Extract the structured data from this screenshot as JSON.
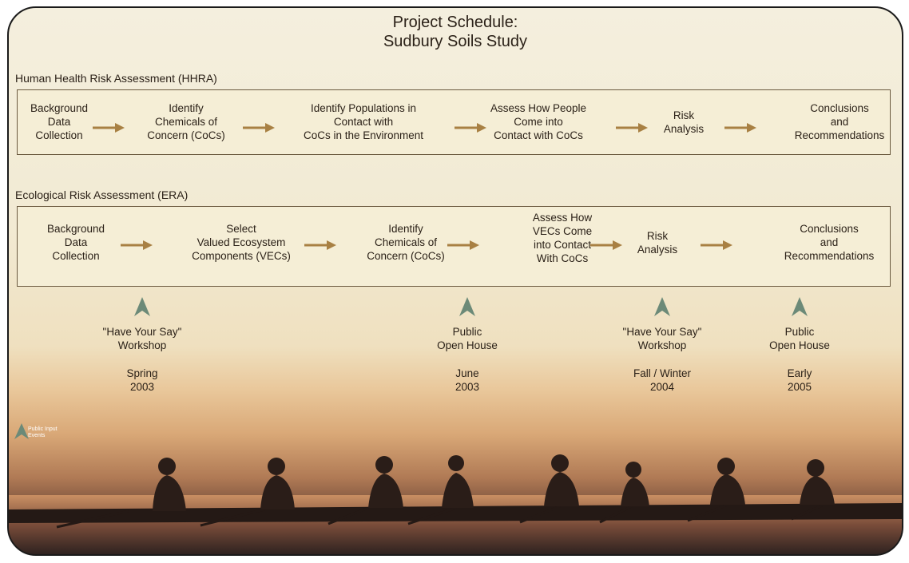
{
  "title": {
    "line1": "Project Schedule:",
    "line2": "Sudbury Soils Study"
  },
  "hhra": {
    "label": "Human Health Risk Assessment (HHRA)",
    "steps": [
      [
        "Background",
        "Data",
        "Collection"
      ],
      [
        "Identify",
        "Chemicals of",
        "Concern (CoCs)"
      ],
      [
        "Identify Populations in",
        "Contact with",
        "CoCs in the Environment"
      ],
      [
        "Assess How People",
        "Come into",
        "Contact with CoCs"
      ],
      [
        "Risk",
        "Analysis"
      ],
      [
        "Conclusions",
        "and",
        "Recommendations"
      ]
    ]
  },
  "era": {
    "label": "Ecological Risk Assessment (ERA)",
    "steps": [
      [
        "Background",
        "Data",
        "Collection"
      ],
      [
        "Select",
        "Valued Ecosystem",
        "Components (VECs)"
      ],
      [
        "Identify",
        "Chemicals of",
        "Concern (CoCs)"
      ],
      [
        "Assess How",
        "VECs Come",
        "into Contact",
        "With CoCs"
      ],
      [
        "Risk",
        "Analysis"
      ],
      [
        "Conclusions",
        "and",
        "Recommendations"
      ]
    ]
  },
  "events": [
    {
      "name": [
        "\"Have Your Say\"",
        "Workshop"
      ],
      "date": [
        "Spring",
        "2003"
      ]
    },
    {
      "name": [
        "Public",
        "Open House"
      ],
      "date": [
        "June",
        "2003"
      ]
    },
    {
      "name": [
        "\"Have Your Say\"",
        "Workshop"
      ],
      "date": [
        "Fall / Winter",
        "2004"
      ]
    },
    {
      "name": [
        "Public",
        "Open House"
      ],
      "date": [
        "Early",
        "2005"
      ]
    }
  ],
  "legend": {
    "line1": "Public Input",
    "line2": "Events"
  },
  "colors": {
    "arrow": "#a88043",
    "event_icon": "#6c8a78",
    "band_border": "#6b5a3f",
    "band_fill": "#f5eed6"
  }
}
